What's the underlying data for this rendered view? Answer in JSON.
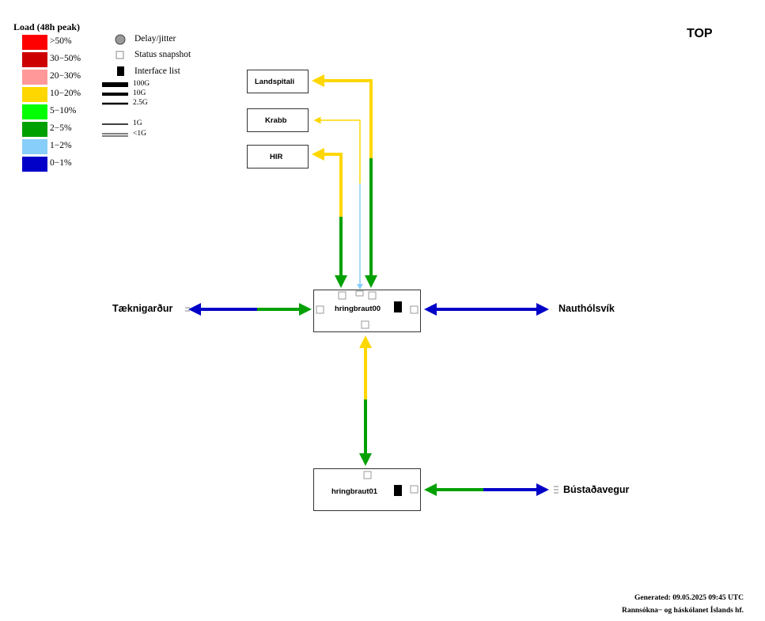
{
  "legend": {
    "title": "Load (48h peak)",
    "levels": [
      {
        "label": ">50%",
        "color": "#ff0000"
      },
      {
        "label": "30−50%",
        "color": "#cc0000"
      },
      {
        "label": "20−30%",
        "color": "#ff9999"
      },
      {
        "label": "10−20%",
        "color": "#ffd700"
      },
      {
        "label": "5−10%",
        "color": "#00ff00"
      },
      {
        "label": "2−5%",
        "color": "#00a000"
      },
      {
        "label": "1−2%",
        "color": "#87cefa"
      },
      {
        "label": "0−1%",
        "color": "#0000c8"
      }
    ],
    "symbols": {
      "delay": "Delay/jitter",
      "status": "Status snapshot",
      "interface": "Interface list"
    },
    "link_widths": [
      "100G",
      "10G",
      "2.5G",
      "1G",
      "<1G"
    ]
  },
  "title": "TOP",
  "nodes": {
    "landspitali": "Landspitali",
    "krabb": "Krabb",
    "hir": "HIR",
    "hringbraut00": "hringbraut00",
    "hringbraut01": "hringbraut01"
  },
  "sites": {
    "taeknigardur": "Tæknigarður",
    "nautholsvik": "Nauthólsvík",
    "bustadavegur": "Bústaðavegur"
  },
  "footer": {
    "generated": "Generated:  09.05.2025 09:45 UTC",
    "org": "Rannsókna− og háskólanet Íslands hf."
  },
  "colors": {
    "yellow": "#ffd700",
    "green": "#00a000",
    "blue": "#0000c8",
    "lightblue": "#87cefa"
  }
}
